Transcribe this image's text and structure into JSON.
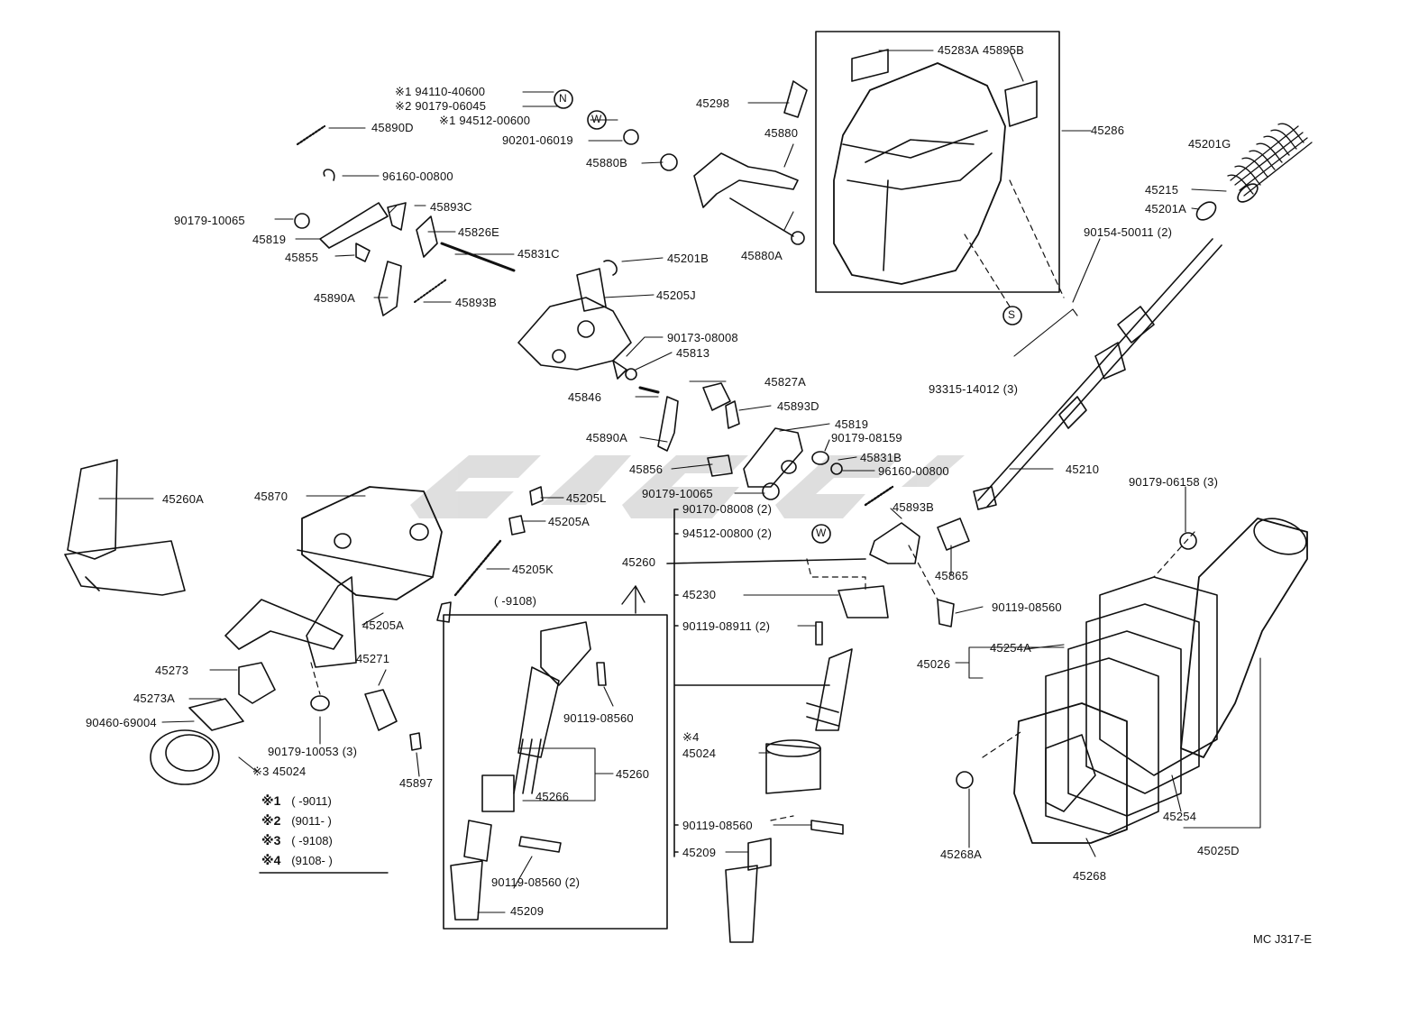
{
  "diagram": {
    "code": "MC J317-E",
    "parts": {
      "p45283A": "45283A",
      "p45895B": "45895B",
      "p45298": "45298",
      "p45286": "45286",
      "p45880": "45880",
      "p45880B": "45880B",
      "p45880A": "45880A",
      "p45201G": "45201G",
      "p45215": "45215",
      "p45201A": "45201A",
      "p90154": "90154-50011 (2)",
      "p93315": "93315-14012 (3)",
      "pS": "S",
      "p94110": "※1 94110-40600",
      "p90179_06045": "※2 90179-06045",
      "p94512_00600": "※1 94512-00600",
      "pN": "N",
      "pW1": "W",
      "p90201": "90201-06019",
      "p45890D": "45890D",
      "p96160_a": "96160-00800",
      "p90179_10065a": "90179-10065",
      "p45893C": "45893C",
      "p45819a": "45819",
      "p45826E": "45826E",
      "p45855": "45855",
      "p45831C": "45831C",
      "p45201B": "45201B",
      "p45890A_a": "45890A",
      "p45893B_a": "45893B",
      "p45205J": "45205J",
      "p90173": "90173-08008",
      "p45813": "45813",
      "p45827A": "45827A",
      "p45846": "45846",
      "p45893D": "45893D",
      "p45890A_b": "45890A",
      "p45819b": "45819",
      "p90179_08159": "90179-08159",
      "p45831B": "45831B",
      "p96160_b": "96160-00800",
      "p45856": "45856",
      "p90179_10065b": "90179-10065",
      "p45210": "45210",
      "p90179_06158": "90179-06158 (3)",
      "p45260A": "45260A",
      "p45870": "45870",
      "p45205L": "45205L",
      "p45205A_a": "45205A",
      "p45205K": "45205K",
      "p45205A_b": "45205A",
      "p90170": "90170-08008 (2)",
      "p45893B_b": "45893B",
      "p94512_00800": "94512-00800 (2)",
      "pW2": "W",
      "p45865": "45865",
      "p45260_top": "45260",
      "p9108": "(      -9108)",
      "p45230": "45230",
      "p90119_08560_r": "90119-08560",
      "p90119_08911": "90119-08911 (2)",
      "p45254A": "45254A",
      "p45026": "45026",
      "p45273": "45273",
      "p45271": "45271",
      "p45273A": "45273A",
      "p90460": "90460-69004",
      "p90179_10053": "90179-10053 (3)",
      "p45024_3": "※3 45024",
      "p45897": "45897",
      "p90119_08560_b": "90119-08560",
      "p45260_box": "45260",
      "p45266": "45266",
      "p90119_08560_2": "90119-08560 (2)",
      "p45209_box": "45209",
      "p4_note": "※4",
      "p45024_r": "45024",
      "p90119_08560_c": "90119-08560",
      "p45209_r": "45209",
      "p45254": "45254",
      "p45268A": "45268A",
      "p45268": "45268",
      "p45025D": "45025D"
    },
    "legend": [
      {
        "mark": "※1",
        "range": "(        -9011)"
      },
      {
        "mark": "※2",
        "range": "(9011-         )"
      },
      {
        "mark": "※3",
        "range": "(        -9108)"
      },
      {
        "mark": "※4",
        "range": "(9108-         )"
      }
    ]
  }
}
